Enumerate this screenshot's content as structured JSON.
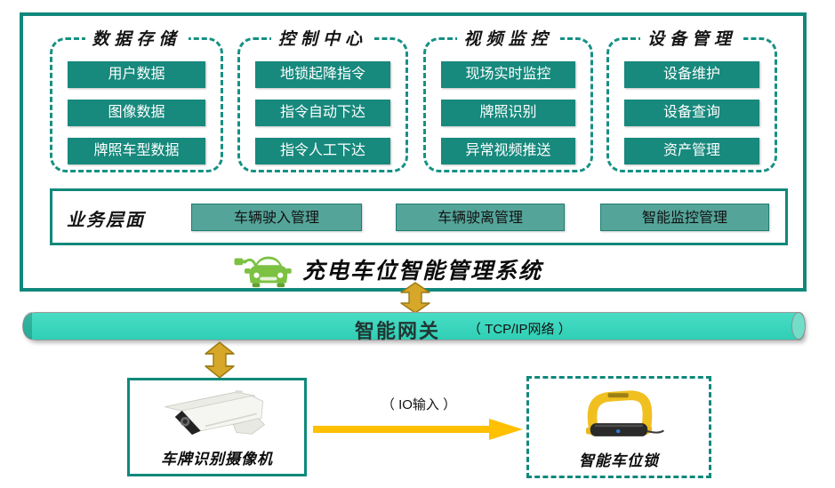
{
  "platform": {
    "groups": [
      {
        "title": "数据存储",
        "items": [
          "用户数据",
          "图像数据",
          "牌照车型数据"
        ]
      },
      {
        "title": "控制中心",
        "items": [
          "地锁起降指令",
          "指令自动下达",
          "指令人工下达"
        ]
      },
      {
        "title": "视频监控",
        "items": [
          "现场实时监控",
          "牌照识别",
          "异常视频推送"
        ]
      },
      {
        "title": "设备管理",
        "items": [
          "设备维护",
          "设备查询",
          "资产管理"
        ]
      }
    ],
    "business_layer": {
      "label": "业务层面",
      "modules": [
        "车辆驶入管理",
        "车辆驶离管理",
        "智能监控管理"
      ]
    },
    "system_title": "充电车位智能管理系统"
  },
  "gateway": {
    "title": "智能网关",
    "network_label": "（ TCP/IP网络 ）"
  },
  "connections": {
    "io_label": "（ IO输入 ）"
  },
  "devices": {
    "camera": {
      "label": "车牌识别摄像机"
    },
    "lock": {
      "label": "智能车位锁"
    }
  },
  "colors": {
    "teal": "#10897C",
    "module_fill": "#17897D",
    "business_button_fill": "#55A49A",
    "gateway_fill": "#37D3BA",
    "gold_arrow": "#D6A728",
    "io_arrow_yellow": "#FFC000",
    "car_green": "#7CC142",
    "lock_yellow": "#F0C020"
  }
}
